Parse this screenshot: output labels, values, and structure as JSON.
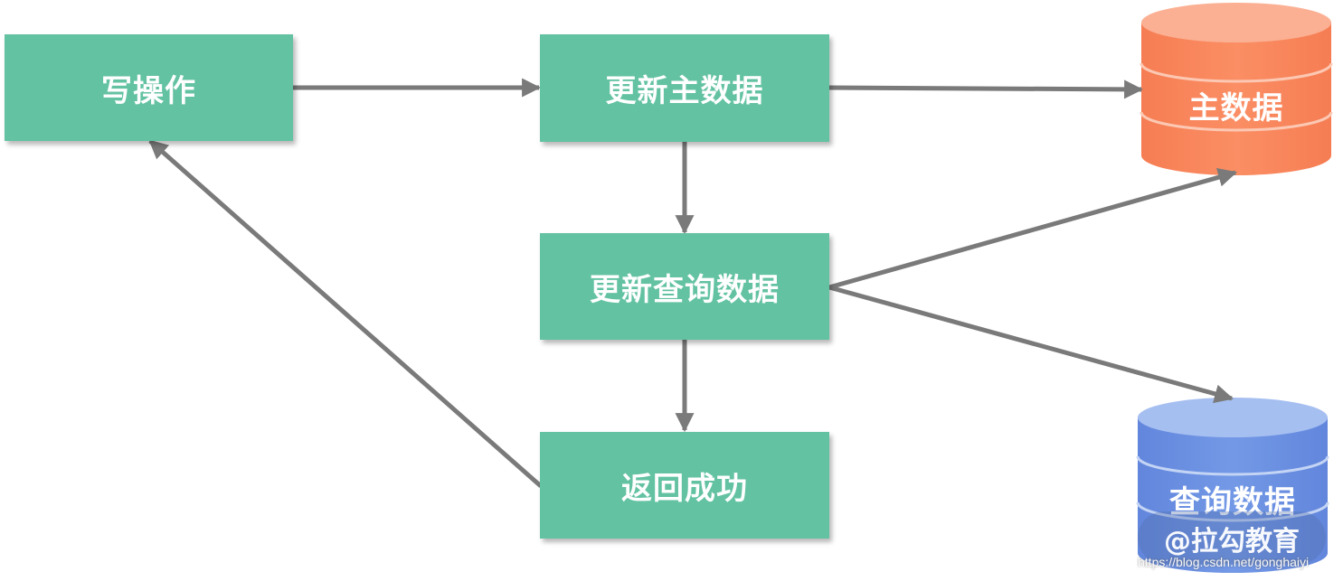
{
  "nodes": {
    "write": "写操作",
    "update_master": "更新主数据",
    "update_query": "更新查询数据",
    "return_success": "返回成功"
  },
  "databases": {
    "master": {
      "label": "主数据",
      "color": "#f98a60"
    },
    "query": {
      "label": "查询数据",
      "color": "#6f95e4"
    }
  },
  "colors": {
    "node_fill": "#63c2a2",
    "arrow": "#7a7a7a"
  },
  "watermark": "@拉勾教育",
  "credit": "https://blog.csdn.net/gonghaiyi"
}
